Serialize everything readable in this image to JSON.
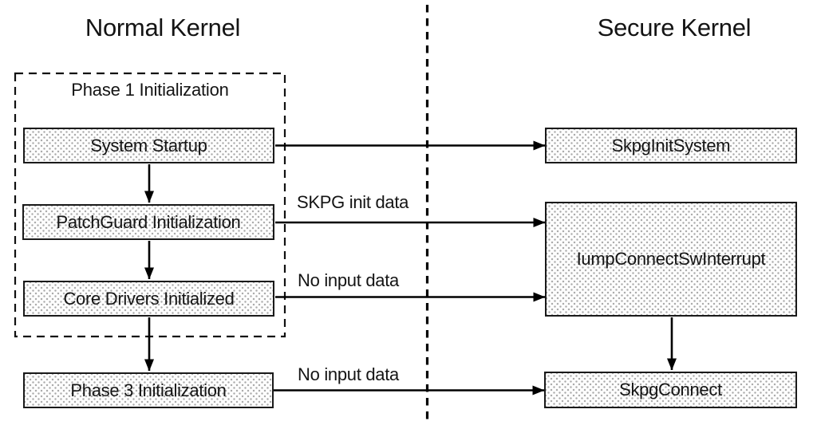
{
  "diagram": {
    "titles": {
      "left": "Normal Kernel",
      "right": "Secure Kernel"
    },
    "group": {
      "label": "Phase 1 Initialization"
    },
    "nodes": {
      "system_startup": "System Startup",
      "patchguard_initialization": "PatchGuard Initialization",
      "core_drivers_initialized": "Core Drivers Initialized",
      "phase3_initialization": "Phase 3 Initialization",
      "skpg_init_system": "SkpgInitSystem",
      "iump_connect_sw_interrupt": "IumpConnectSwInterrupt",
      "skpg_connect": "SkpgConnect"
    },
    "edge_labels": {
      "patchguard_to_iump": "SKPG init data",
      "core_drivers_to_iump": "No input data",
      "phase3_to_skpg_connect": "No input data"
    },
    "colors": {
      "ink": "#141414",
      "line": "#000000",
      "box_border": "#1a1a1a",
      "box_fill": "#fdfdfd",
      "box_dot": "#a9a9a9",
      "background": "#ffffff"
    }
  }
}
